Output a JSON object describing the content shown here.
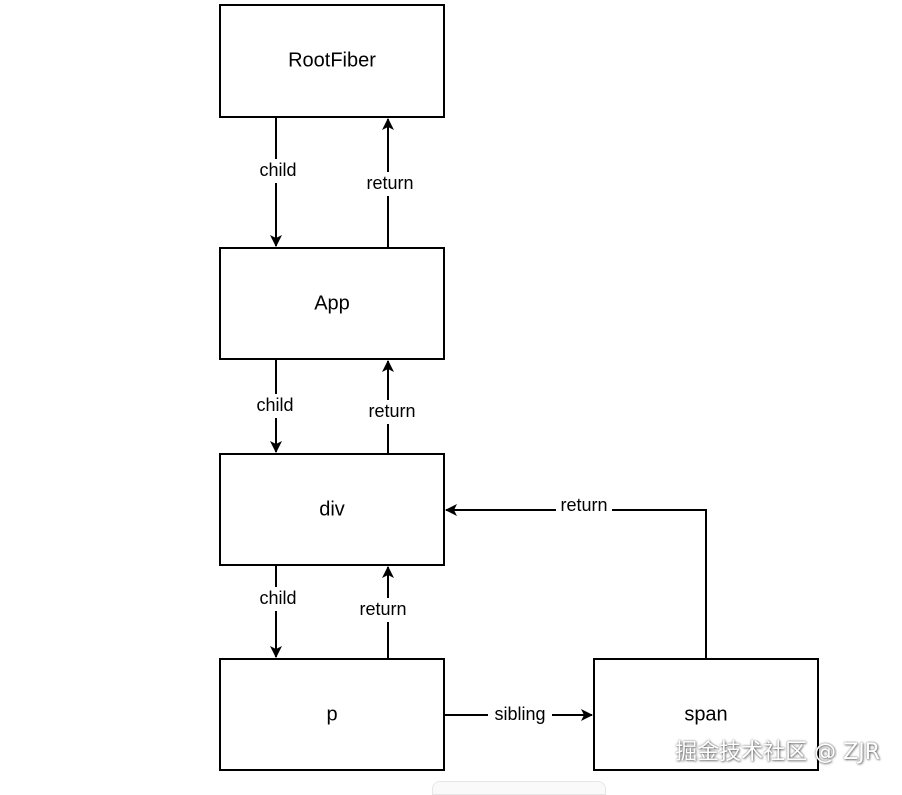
{
  "diagram": {
    "nodes": {
      "rootfiber": {
        "label": "RootFiber"
      },
      "app": {
        "label": "App"
      },
      "div": {
        "label": "div"
      },
      "p": {
        "label": "p"
      },
      "span": {
        "label": "span"
      }
    },
    "edges": {
      "rootfiber_to_app_child": {
        "label": "child"
      },
      "app_to_rootfiber_return": {
        "label": "return"
      },
      "app_to_div_child": {
        "label": "child"
      },
      "div_to_app_return": {
        "label": "return"
      },
      "div_to_p_child": {
        "label": "child"
      },
      "p_to_div_return": {
        "label": "return"
      },
      "span_to_div_return": {
        "label": "return"
      },
      "p_to_span_sibling": {
        "label": "sibling"
      }
    }
  },
  "watermark": {
    "text": "掘金技术社区 @ ZJR"
  }
}
